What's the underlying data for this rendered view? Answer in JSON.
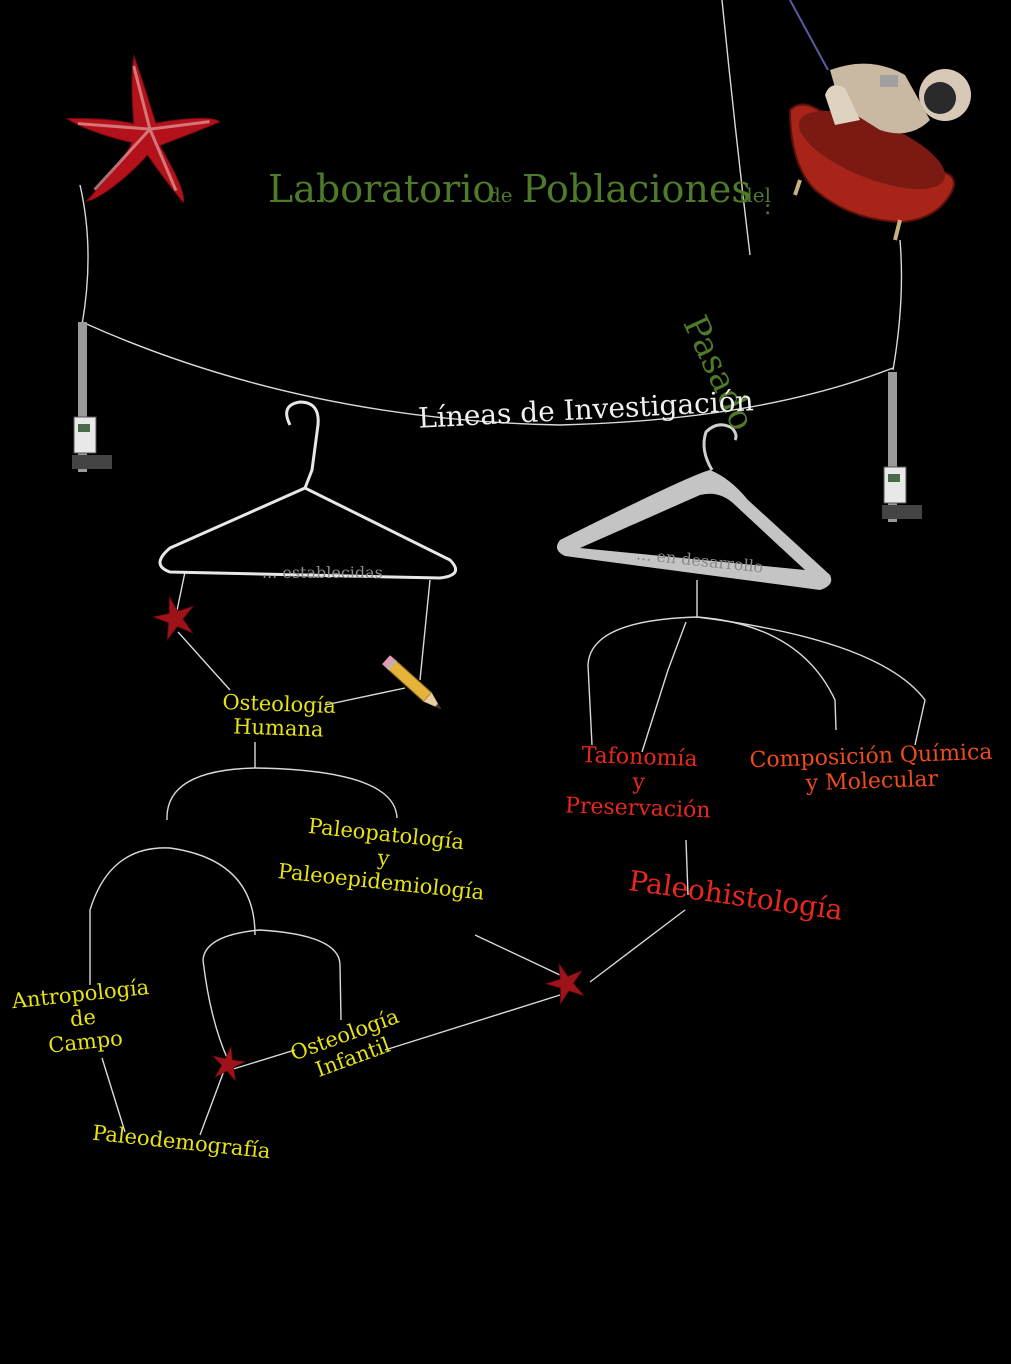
{
  "title": {
    "w1": "Laboratorio",
    "w2": "de",
    "w3": "Poblaciones",
    "w4": "del",
    "w5": ":",
    "pasado": "Pasado"
  },
  "lineas": "Líneas de Investigación",
  "hangers": {
    "left": "... establecidas",
    "right": "... en desarrollo"
  },
  "nodes": {
    "osteologia_humana": [
      "Osteología",
      "Humana"
    ],
    "paleopatologia": [
      "Paleopatología",
      "y",
      "Paleoepidemiología"
    ],
    "antropologia": [
      "Antropología",
      "de",
      "Campo"
    ],
    "osteologia_infantil": [
      "Osteología",
      "Infantil"
    ],
    "paleodemografia": "Paleodemografía",
    "tafonomia": [
      "Tafonomía",
      "y",
      "Preservación"
    ],
    "composicion": [
      "Composición Química",
      "y Molecular"
    ],
    "paleohistologia": "Paleohistología"
  },
  "colors": {
    "background": "#000000",
    "title_green": "#4e7a2a",
    "established_yellow": "#e6e216",
    "developing_red": "#e8281e",
    "developing_orange": "#ee4b1e",
    "wire": "#d8d8d8",
    "starfish": "#b3121a"
  },
  "icons": [
    "starfish-icon",
    "astronaut-bathtub-image",
    "caliper-icon",
    "wire-hanger-icon",
    "plastic-hanger-icon",
    "pencil-icon"
  ]
}
